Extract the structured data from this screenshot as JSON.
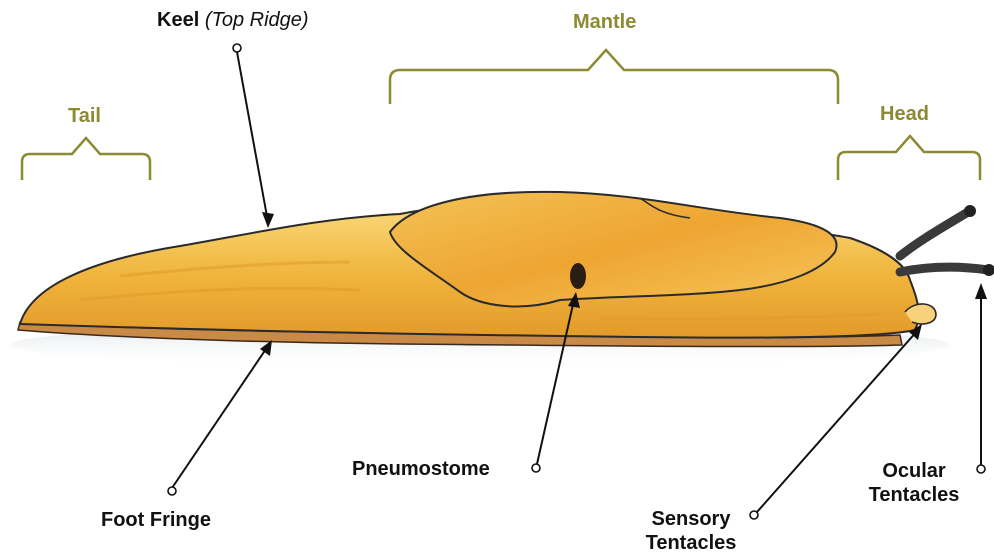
{
  "labels": {
    "keel": "Keel",
    "keel_note": "(Top Ridge)",
    "mantle": "Mantle",
    "tail": "Tail",
    "head": "Head",
    "pneumostome": "Pneumostome",
    "foot_fringe": "Foot Fringe",
    "sensory_tentacles_line1": "Sensory",
    "sensory_tentacles_line2": "Tentacles",
    "ocular_tentacles_line1": "Ocular",
    "ocular_tentacles_line2": "Tentacles"
  },
  "colors": {
    "region_label": "#8c8a33",
    "bracket": "#8c8a33",
    "leader": "#111111",
    "body_light": "#f7d36a",
    "body_dark": "#e6a22b",
    "foot_fringe": "#c9823a",
    "outline": "#2a2a2a"
  }
}
